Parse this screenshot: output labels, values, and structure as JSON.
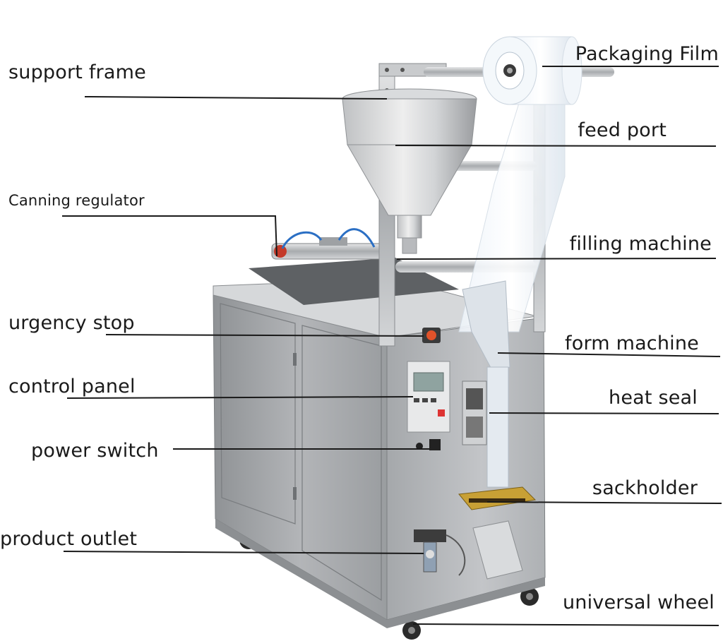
{
  "callouts": {
    "support_frame": "support frame",
    "canning_regulator": "Canning regulator",
    "urgency_stop": "urgency stop",
    "control_panel": "control panel",
    "power_switch": "power switch",
    "product_outlet": "product outlet",
    "packaging_film": "Packaging Film",
    "feed_port": "feed port",
    "filling_machine": "filling machine",
    "form_machine": "form machine",
    "heat_seal": "heat seal",
    "sackholder": "sackholder",
    "universal_wheel": "universal wheel"
  },
  "colors": {
    "steel_light": "#c4c6c8",
    "steel_mid": "#9ea1a4",
    "steel_dark": "#6f7275",
    "leader_line": "#1a1a1a",
    "label_text": "#1a1a1a",
    "stop_button": "#e0522a"
  }
}
